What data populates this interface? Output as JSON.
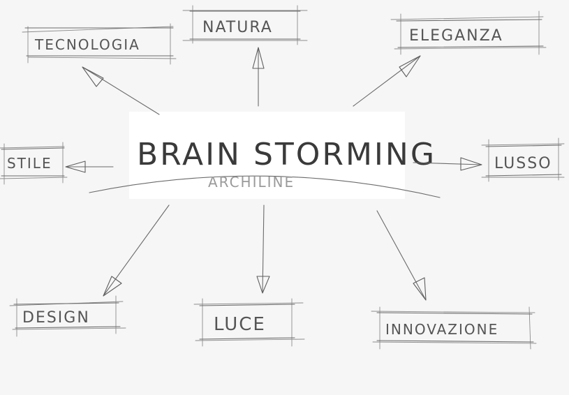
{
  "center": {
    "title": "BRAIN STORMING",
    "subtitle": "ARCHILINE"
  },
  "nodes": {
    "tecnologia": "TECNOLOGIA",
    "natura": "NATURA",
    "eleganza": "ELEGANZA",
    "stile": "STILE",
    "lusso": "LUSSO",
    "design": "DESIGN",
    "luce": "LUCE",
    "innovazione": "INNOVAZIONE"
  },
  "colors": {
    "paper": "#f6f6f6",
    "pencil": "#6b6b6b"
  }
}
